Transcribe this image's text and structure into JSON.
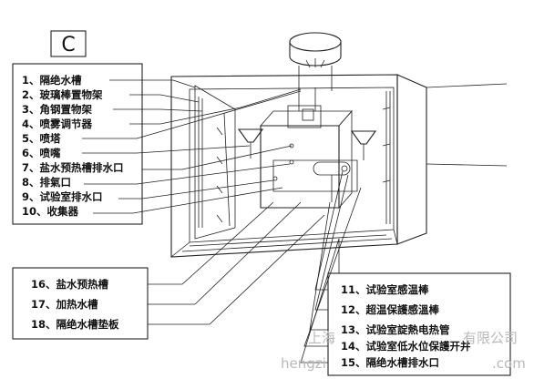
{
  "corner_letter": "C",
  "left_labels": [
    "1、隔绝水槽",
    "2、玻璃棒置物架",
    "3、角钢置物架",
    "4、喷雾调节器",
    "5、喷塔",
    "6、喷嘴",
    "7、盐水预热槽排水口",
    "8、排氣口",
    "9、试验室排水口",
    "10、收集器"
  ],
  "bottom_left_labels": [
    "16、盐水预热槽",
    "17、加热水槽",
    "18、隔绝水槽垫板"
  ],
  "bottom_right_labels": [
    "11、试验室感温棒",
    "12、超温保護感溫棒",
    "13、试验室諚熱电热管",
    "14、试验室低水位保護开并",
    "15、隔绝水槽排水口"
  ],
  "watermark": {
    "line1": "上海",
    "line1_suffix": "有限公司",
    "line2": "hengzi",
    "line2_suffix": ".com"
  },
  "colors": {
    "line": "#222222",
    "watermark": "#b9b9b9"
  }
}
